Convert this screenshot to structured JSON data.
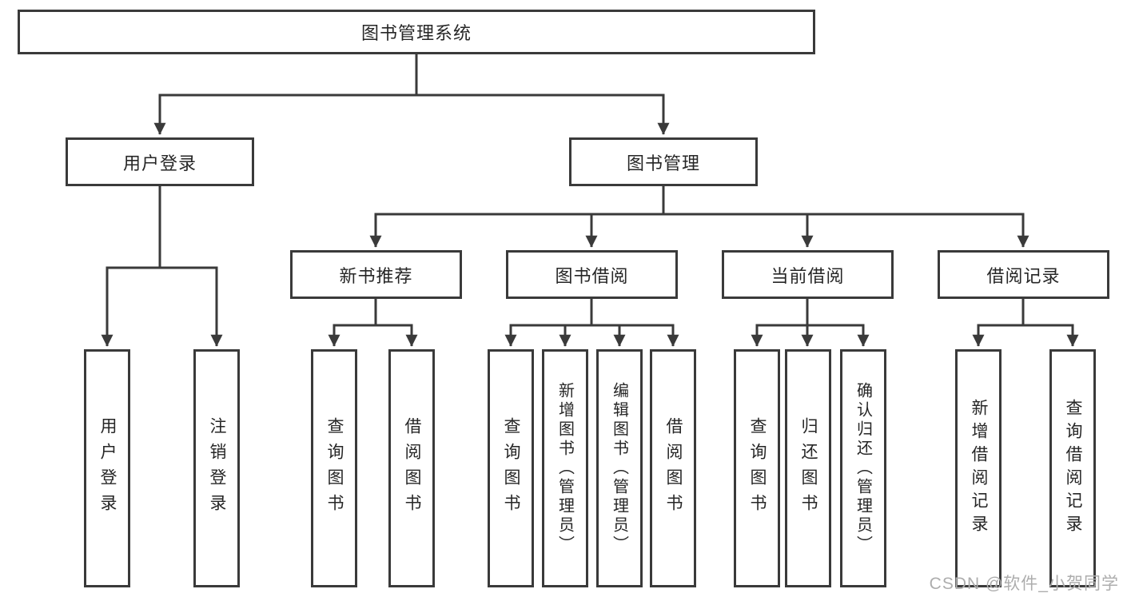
{
  "colors": {
    "line": "#3a3a3a",
    "text": "#262626",
    "box_bg": "#ffffff",
    "page_bg": "#ffffff",
    "watermark": "#adadad"
  },
  "watermark": "CSDN @软件_小贺同学",
  "tree": {
    "root": "图书管理系统",
    "children": [
      {
        "label": "用户登录",
        "children": [
          "用户登录",
          "注销登录"
        ]
      },
      {
        "label": "图书管理",
        "children": [
          {
            "label": "新书推荐",
            "children": [
              "查询图书",
              "借阅图书"
            ]
          },
          {
            "label": "图书借阅",
            "children": [
              "查询图书",
              "新增图书（管理员）",
              "编辑图书（管理员）",
              "借阅图书"
            ]
          },
          {
            "label": "当前借阅",
            "children": [
              "查询图书",
              "归还图书",
              "确认归还（管理员）"
            ]
          },
          {
            "label": "借阅记录",
            "children": [
              "新增借阅记录",
              "查询借阅记录"
            ]
          }
        ]
      }
    ]
  }
}
